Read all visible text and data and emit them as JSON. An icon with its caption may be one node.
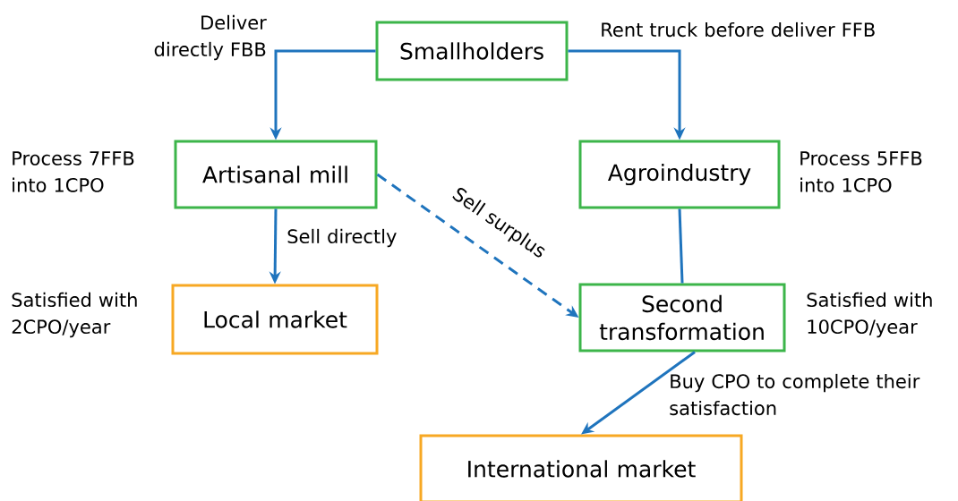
{
  "diagram": {
    "nodes": [
      {
        "text": [
          "Smallholders"
        ]
      },
      {
        "text": [
          "Artisanal mill"
        ],
        "beside": [
          "Process 7FFB into 1CPO"
        ]
      },
      {
        "text": [
          "Agroindustry"
        ],
        "beside": [
          "Process 5FFB into 1CPO"
        ]
      },
      {
        "text": [
          "Local market"
        ],
        "beside": [
          "Satisfied with 2CPO/year"
        ]
      },
      {
        "text": [
          "Second transformation"
        ],
        "beside": [
          "Satisfied with 10CPO/year"
        ]
      },
      {
        "text": [
          "International market"
        ]
      }
    ],
    "edges": [
      {
        "from": 0,
        "to": 1,
        "arrow": "to",
        "label": "Deliver directly FBB"
      },
      {
        "from": 0,
        "to": 2,
        "arrow": "to",
        "label": "Rent truck before deliver FFB"
      },
      {
        "from": 1,
        "to": 3,
        "arrow": "to",
        "label": "Sell directly"
      },
      {
        "from": 1,
        "to": 4,
        "arrow": "to",
        "label": "Sell surplus",
        "style": "dashed"
      },
      {
        "from": 2,
        "to": 4,
        "arrow": "none"
      },
      {
        "from": 4,
        "to": 5,
        "arrow": "to",
        "label": "Buy CPO to complete their satisfaction"
      }
    ]
  }
}
